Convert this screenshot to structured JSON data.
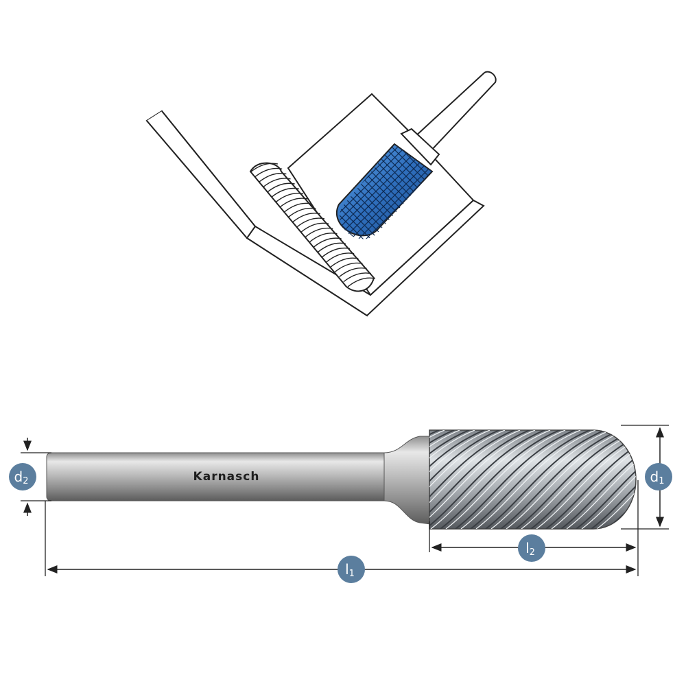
{
  "brand": {
    "name": "Karnasch"
  },
  "dimensions": {
    "d1": {
      "letter": "d",
      "index": "1"
    },
    "d2": {
      "letter": "d",
      "index": "2"
    },
    "l1": {
      "letter": "l",
      "index": "1"
    },
    "l2": {
      "letter": "l",
      "index": "2"
    }
  },
  "colors": {
    "badge": "#5b7e9e",
    "burr_blue": "#3a78c4",
    "outline": "#222222"
  }
}
